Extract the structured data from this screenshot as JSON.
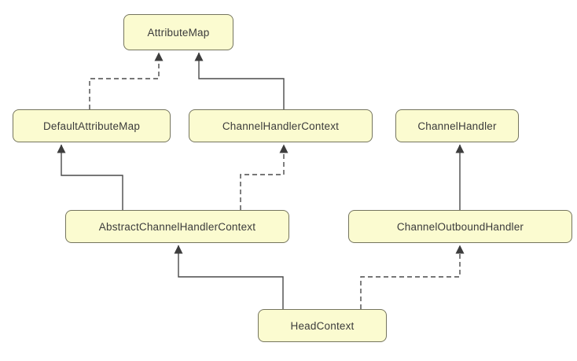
{
  "diagram": {
    "type": "class-inheritance-diagram",
    "background_color": "#ffffff",
    "node_fill_color": "#fbfbd0",
    "node_border_color": "#75755e",
    "line_color": "#4a4a4a",
    "nodes": [
      {
        "id": "attribute-map",
        "label": "AttributeMap"
      },
      {
        "id": "default-attribute-map",
        "label": "DefaultAttributeMap"
      },
      {
        "id": "channel-handler-context",
        "label": "ChannelHandlerContext"
      },
      {
        "id": "channel-handler",
        "label": "ChannelHandler"
      },
      {
        "id": "abstract-channel-handler-context",
        "label": "AbstractChannelHandlerContext"
      },
      {
        "id": "channel-outbound-handler",
        "label": "ChannelOutboundHandler"
      },
      {
        "id": "head-context",
        "label": "HeadContext"
      }
    ],
    "edges": [
      {
        "from": "DefaultAttributeMap",
        "to": "AttributeMap",
        "line": "dashed",
        "arrow": "filled-triangle"
      },
      {
        "from": "ChannelHandlerContext",
        "to": "AttributeMap",
        "line": "solid",
        "arrow": "filled-triangle"
      },
      {
        "from": "AbstractChannelHandlerContext",
        "to": "DefaultAttributeMap",
        "line": "solid",
        "arrow": "filled-triangle"
      },
      {
        "from": "AbstractChannelHandlerContext",
        "to": "ChannelHandlerContext",
        "line": "dashed",
        "arrow": "filled-triangle"
      },
      {
        "from": "ChannelOutboundHandler",
        "to": "ChannelHandler",
        "line": "solid",
        "arrow": "filled-triangle"
      },
      {
        "from": "HeadContext",
        "to": "AbstractChannelHandlerContext",
        "line": "solid",
        "arrow": "filled-triangle"
      },
      {
        "from": "HeadContext",
        "to": "ChannelOutboundHandler",
        "line": "dashed",
        "arrow": "filled-triangle"
      }
    ]
  }
}
